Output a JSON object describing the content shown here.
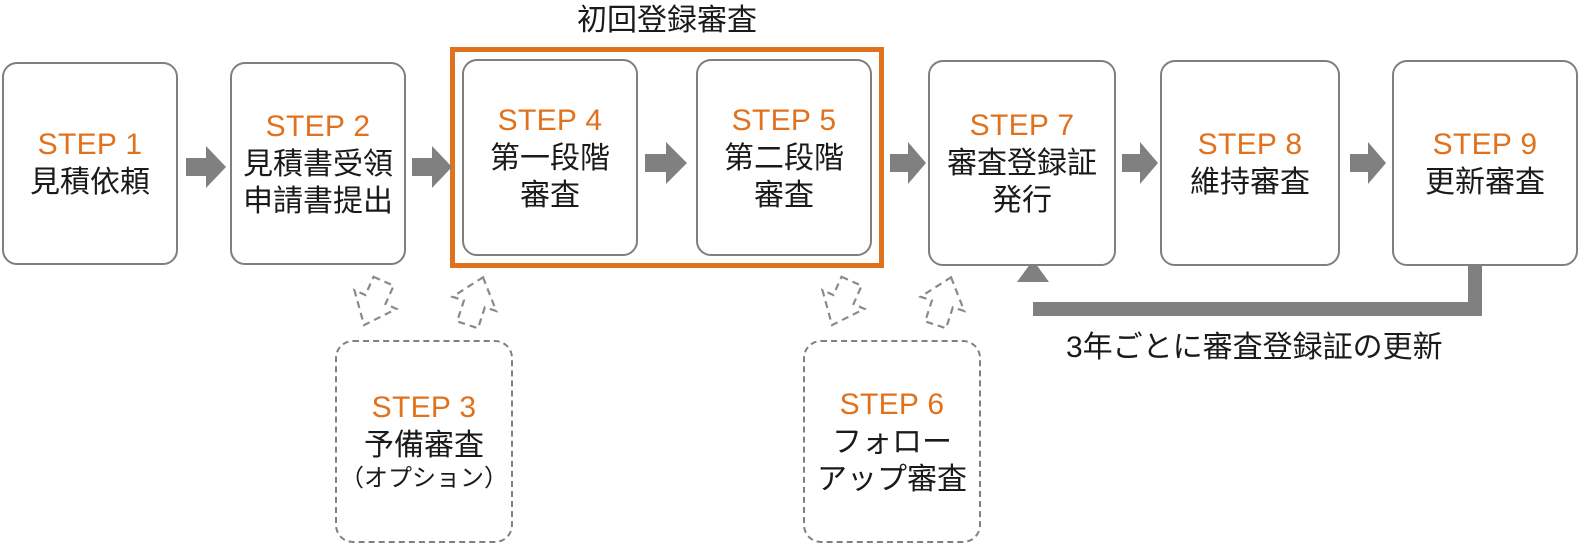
{
  "diagram": {
    "title_text": "初回登録審査",
    "renewal_note": "3年ごとに審査登録証の更新",
    "colors": {
      "accent_orange": "#E2711D",
      "box_border_gray": "#7f7f7f",
      "arrow_gray": "#808080",
      "text_black": "#1a1a1a",
      "background": "#ffffff"
    },
    "steps": [
      {
        "id": "STEP 1",
        "title": "見積依頼",
        "note": "",
        "style": "solid",
        "row": "main"
      },
      {
        "id": "STEP 2",
        "title": "見積書受領\n申請書提出",
        "note": "",
        "style": "solid",
        "row": "main"
      },
      {
        "id": "STEP 4",
        "title": "第一段階\n審査",
        "note": "",
        "style": "solid",
        "row": "main"
      },
      {
        "id": "STEP 5",
        "title": "第二段階\n審査",
        "note": "",
        "style": "solid",
        "row": "main"
      },
      {
        "id": "STEP 7",
        "title": "審査登録証\n発行",
        "note": "",
        "style": "solid",
        "row": "main"
      },
      {
        "id": "STEP 8",
        "title": "維持審査",
        "note": "",
        "style": "solid",
        "row": "main"
      },
      {
        "id": "STEP 9",
        "title": "更新審査",
        "note": "",
        "style": "solid",
        "row": "main"
      },
      {
        "id": "STEP 3",
        "title": "予備審査",
        "note": "（オプション）",
        "style": "dashed",
        "row": "optional"
      },
      {
        "id": "STEP 6",
        "title": "フォロー\nアップ審査",
        "note": "",
        "style": "dashed",
        "row": "optional"
      }
    ],
    "group": {
      "label": "初回登録審査",
      "members": [
        "STEP 4",
        "STEP 5"
      ]
    },
    "connectors": [
      {
        "name": "arrow-step1-step2",
        "kind": "block-arrow-right"
      },
      {
        "name": "arrow-step2-step4",
        "kind": "block-arrow-right"
      },
      {
        "name": "arrow-step4-step5",
        "kind": "block-arrow-right"
      },
      {
        "name": "arrow-step5-step7",
        "kind": "block-arrow-right"
      },
      {
        "name": "arrow-step7-step8",
        "kind": "block-arrow-right"
      },
      {
        "name": "arrow-step8-step9",
        "kind": "block-arrow-right"
      },
      {
        "name": "arrow-step2-step3",
        "kind": "dashed-outline-arrow-down"
      },
      {
        "name": "arrow-step3-step4",
        "kind": "dashed-outline-arrow-up"
      },
      {
        "name": "arrow-step5-step6",
        "kind": "dashed-outline-arrow-down"
      },
      {
        "name": "arrow-step6-step7",
        "kind": "dashed-outline-arrow-up"
      },
      {
        "name": "arrow-step9-step7-renewal",
        "kind": "loop-arrow-up",
        "label": "3年ごとに審査登録証の更新"
      }
    ]
  }
}
